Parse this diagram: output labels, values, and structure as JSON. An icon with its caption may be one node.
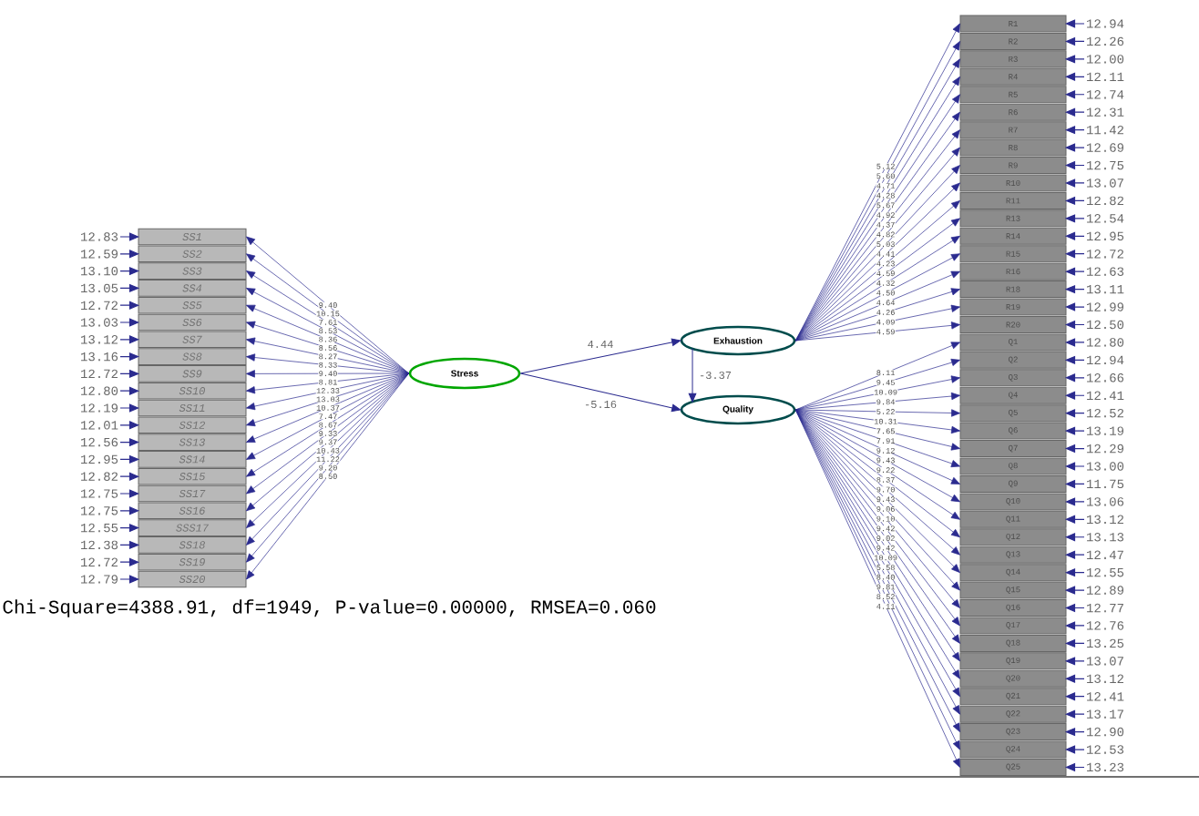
{
  "diagram": {
    "caption": "Chi-Square=4388.91, df=1949, P-value=0.00000, RMSEA=0.060",
    "nodes": [
      {
        "text": [
          "SS1"
        ]
      },
      {
        "text": [
          "SS2"
        ]
      },
      {
        "text": [
          "SS3"
        ]
      },
      {
        "text": [
          "SS4"
        ]
      },
      {
        "text": [
          "SS5"
        ]
      },
      {
        "text": [
          "SS6"
        ]
      },
      {
        "text": [
          "SS7"
        ]
      },
      {
        "text": [
          "SS8"
        ]
      },
      {
        "text": [
          "SS9"
        ]
      },
      {
        "text": [
          "SS10"
        ]
      },
      {
        "text": [
          "SS11"
        ]
      },
      {
        "text": [
          "SS12"
        ]
      },
      {
        "text": [
          "SS13"
        ]
      },
      {
        "text": [
          "SS14"
        ]
      },
      {
        "text": [
          "SS15"
        ]
      },
      {
        "text": [
          "SS17"
        ]
      },
      {
        "text": [
          "SS16"
        ]
      },
      {
        "text": [
          "SSS17"
        ]
      },
      {
        "text": [
          "SS18"
        ]
      },
      {
        "text": [
          "SS19"
        ]
      },
      {
        "text": [
          "SS20"
        ]
      },
      {
        "text": [
          "Stress"
        ]
      },
      {
        "text": [
          "Exhaustion"
        ]
      },
      {
        "text": [
          "Quality"
        ]
      },
      {
        "text": [
          "R1"
        ]
      },
      {
        "text": [
          "R2"
        ]
      },
      {
        "text": [
          "R3"
        ]
      },
      {
        "text": [
          "R4"
        ]
      },
      {
        "text": [
          "R5"
        ]
      },
      {
        "text": [
          "R6"
        ]
      },
      {
        "text": [
          "R7"
        ]
      },
      {
        "text": [
          "R8"
        ]
      },
      {
        "text": [
          "R9"
        ]
      },
      {
        "text": [
          "R10"
        ]
      },
      {
        "text": [
          "R11"
        ]
      },
      {
        "text": [
          "R13"
        ]
      },
      {
        "text": [
          "R14"
        ]
      },
      {
        "text": [
          "R15"
        ]
      },
      {
        "text": [
          "R16"
        ]
      },
      {
        "text": [
          "R18"
        ]
      },
      {
        "text": [
          "R19"
        ]
      },
      {
        "text": [
          "R20"
        ]
      },
      {
        "text": [
          "Q1"
        ]
      },
      {
        "text": [
          "Q2"
        ]
      },
      {
        "text": [
          "Q3"
        ]
      },
      {
        "text": [
          "Q4"
        ]
      },
      {
        "text": [
          "Q5"
        ]
      },
      {
        "text": [
          "Q6"
        ]
      },
      {
        "text": [
          "Q7"
        ]
      },
      {
        "text": [
          "Q8"
        ]
      },
      {
        "text": [
          "Q9"
        ]
      },
      {
        "text": [
          "Q10"
        ]
      },
      {
        "text": [
          "Q11"
        ]
      },
      {
        "text": [
          "Q12"
        ]
      },
      {
        "text": [
          "Q13"
        ]
      },
      {
        "text": [
          "Q14"
        ]
      },
      {
        "text": [
          "Q15"
        ]
      },
      {
        "text": [
          "Q16"
        ]
      },
      {
        "text": [
          "Q17"
        ]
      },
      {
        "text": [
          "Q18"
        ]
      },
      {
        "text": [
          "Q19"
        ]
      },
      {
        "text": [
          "Q20"
        ]
      },
      {
        "text": [
          "Q21"
        ]
      },
      {
        "text": [
          "Q22"
        ]
      },
      {
        "text": [
          "Q23"
        ]
      },
      {
        "text": [
          "Q24"
        ]
      },
      {
        "text": [
          "Q25"
        ]
      }
    ],
    "edges": [
      {
        "from": 21,
        "to": 0,
        "arrow": "to",
        "label": "9.40"
      },
      {
        "from": 21,
        "to": 1,
        "arrow": "to",
        "label": "10.15"
      },
      {
        "from": 21,
        "to": 2,
        "arrow": "to",
        "label": "7.61"
      },
      {
        "from": 21,
        "to": 3,
        "arrow": "to",
        "label": "8.53"
      },
      {
        "from": 21,
        "to": 4,
        "arrow": "to",
        "label": "8.36"
      },
      {
        "from": 21,
        "to": 5,
        "arrow": "to",
        "label": "8.56"
      },
      {
        "from": 21,
        "to": 6,
        "arrow": "to",
        "label": "8.27"
      },
      {
        "from": 21,
        "to": 7,
        "arrow": "to",
        "label": "8.33"
      },
      {
        "from": 21,
        "to": 8,
        "arrow": "to",
        "label": "9.40"
      },
      {
        "from": 21,
        "to": 9,
        "arrow": "to",
        "label": "8.81"
      },
      {
        "from": 21,
        "to": 10,
        "arrow": "to",
        "label": "12.33"
      },
      {
        "from": 21,
        "to": 11,
        "arrow": "to",
        "label": "13.03"
      },
      {
        "from": 21,
        "to": 12,
        "arrow": "to",
        "label": "10.37"
      },
      {
        "from": 21,
        "to": 13,
        "arrow": "to",
        "label": "7.47"
      },
      {
        "from": 21,
        "to": 14,
        "arrow": "to",
        "label": "8.67"
      },
      {
        "from": 21,
        "to": 15,
        "arrow": "to",
        "label": "9.33"
      },
      {
        "from": 21,
        "to": 16,
        "arrow": "to",
        "label": "9.37"
      },
      {
        "from": 21,
        "to": 17,
        "arrow": "to",
        "label": "10.43"
      },
      {
        "from": 21,
        "to": 18,
        "arrow": "to",
        "label": "11.22"
      },
      {
        "from": 21,
        "to": 19,
        "arrow": "to",
        "label": "9.20"
      },
      {
        "from": 21,
        "to": 20,
        "arrow": "to",
        "label": "8.50"
      },
      {
        "from": null,
        "to": 0,
        "arrow": "to",
        "label": "12.83"
      },
      {
        "from": null,
        "to": 1,
        "arrow": "to",
        "label": "12.59"
      },
      {
        "from": null,
        "to": 2,
        "arrow": "to",
        "label": "13.10"
      },
      {
        "from": null,
        "to": 3,
        "arrow": "to",
        "label": "13.05"
      },
      {
        "from": null,
        "to": 4,
        "arrow": "to",
        "label": "12.72"
      },
      {
        "from": null,
        "to": 5,
        "arrow": "to",
        "label": "13.03"
      },
      {
        "from": null,
        "to": 6,
        "arrow": "to",
        "label": "13.12"
      },
      {
        "from": null,
        "to": 7,
        "arrow": "to",
        "label": "13.16"
      },
      {
        "from": null,
        "to": 8,
        "arrow": "to",
        "label": "12.72"
      },
      {
        "from": null,
        "to": 9,
        "arrow": "to",
        "label": "12.80"
      },
      {
        "from": null,
        "to": 10,
        "arrow": "to",
        "label": "12.19"
      },
      {
        "from": null,
        "to": 11,
        "arrow": "to",
        "label": "12.01"
      },
      {
        "from": null,
        "to": 12,
        "arrow": "to",
        "label": "12.56"
      },
      {
        "from": null,
        "to": 13,
        "arrow": "to",
        "label": "12.95"
      },
      {
        "from": null,
        "to": 14,
        "arrow": "to",
        "label": "12.82"
      },
      {
        "from": null,
        "to": 15,
        "arrow": "to",
        "label": "12.75"
      },
      {
        "from": null,
        "to": 16,
        "arrow": "to",
        "label": "12.75"
      },
      {
        "from": null,
        "to": 17,
        "arrow": "to",
        "label": "12.55"
      },
      {
        "from": null,
        "to": 18,
        "arrow": "to",
        "label": "12.38"
      },
      {
        "from": null,
        "to": 19,
        "arrow": "to",
        "label": "12.72"
      },
      {
        "from": null,
        "to": 20,
        "arrow": "to",
        "label": "12.79"
      },
      {
        "from": 21,
        "to": 22,
        "arrow": "to",
        "label": "4.44"
      },
      {
        "from": 21,
        "to": 23,
        "arrow": "to",
        "label": "-5.16"
      },
      {
        "from": 22,
        "to": 23,
        "arrow": "to",
        "label": "-3.37"
      },
      {
        "from": 22,
        "to": 24,
        "arrow": "to",
        "label": "5.12"
      },
      {
        "from": 22,
        "to": 25,
        "arrow": "to",
        "label": "5.60"
      },
      {
        "from": 22,
        "to": 26,
        "arrow": "to",
        "label": "4.71"
      },
      {
        "from": 22,
        "to": 27,
        "arrow": "to",
        "label": "4.28"
      },
      {
        "from": 22,
        "to": 28,
        "arrow": "to",
        "label": "5.67"
      },
      {
        "from": 22,
        "to": 29,
        "arrow": "to",
        "label": "4.92"
      },
      {
        "from": 22,
        "to": 30,
        "arrow": "to",
        "label": "4.37"
      },
      {
        "from": 22,
        "to": 31,
        "arrow": "to",
        "label": "4.82"
      },
      {
        "from": 22,
        "to": 32,
        "arrow": "to",
        "label": "5.03"
      },
      {
        "from": 22,
        "to": 33,
        "arrow": "to",
        "label": "4.41"
      },
      {
        "from": 22,
        "to": 34,
        "arrow": "to",
        "label": "4.23"
      },
      {
        "from": 22,
        "to": 35,
        "arrow": "to",
        "label": "4.59"
      },
      {
        "from": 22,
        "to": 36,
        "arrow": "to",
        "label": "4.32"
      },
      {
        "from": 22,
        "to": 37,
        "arrow": "to",
        "label": "4.50"
      },
      {
        "from": 22,
        "to": 38,
        "arrow": "to",
        "label": "4.64"
      },
      {
        "from": 22,
        "to": 39,
        "arrow": "to",
        "label": "4.26"
      },
      {
        "from": 22,
        "to": 40,
        "arrow": "to",
        "label": "4.09"
      },
      {
        "from": 22,
        "to": 41,
        "arrow": "to",
        "label": "4.59"
      },
      {
        "from": null,
        "to": 24,
        "arrow": "to",
        "label": "12.94"
      },
      {
        "from": null,
        "to": 25,
        "arrow": "to",
        "label": "12.26"
      },
      {
        "from": null,
        "to": 26,
        "arrow": "to",
        "label": "12.00"
      },
      {
        "from": null,
        "to": 27,
        "arrow": "to",
        "label": "12.11"
      },
      {
        "from": null,
        "to": 28,
        "arrow": "to",
        "label": "12.74"
      },
      {
        "from": null,
        "to": 29,
        "arrow": "to",
        "label": "12.31"
      },
      {
        "from": null,
        "to": 30,
        "arrow": "to",
        "label": "11.42"
      },
      {
        "from": null,
        "to": 31,
        "arrow": "to",
        "label": "12.69"
      },
      {
        "from": null,
        "to": 32,
        "arrow": "to",
        "label": "12.75"
      },
      {
        "from": null,
        "to": 33,
        "arrow": "to",
        "label": "13.07"
      },
      {
        "from": null,
        "to": 34,
        "arrow": "to",
        "label": "12.82"
      },
      {
        "from": null,
        "to": 35,
        "arrow": "to",
        "label": "12.54"
      },
      {
        "from": null,
        "to": 36,
        "arrow": "to",
        "label": "12.95"
      },
      {
        "from": null,
        "to": 37,
        "arrow": "to",
        "label": "12.72"
      },
      {
        "from": null,
        "to": 38,
        "arrow": "to",
        "label": "12.63"
      },
      {
        "from": null,
        "to": 39,
        "arrow": "to",
        "label": "13.11"
      },
      {
        "from": null,
        "to": 40,
        "arrow": "to",
        "label": "12.99"
      },
      {
        "from": null,
        "to": 41,
        "arrow": "to",
        "label": "12.50"
      },
      {
        "from": 23,
        "to": 42,
        "arrow": "to",
        "label": "8.11"
      },
      {
        "from": 23,
        "to": 43,
        "arrow": "to",
        "label": "9.45"
      },
      {
        "from": 23,
        "to": 44,
        "arrow": "to",
        "label": "10.09"
      },
      {
        "from": 23,
        "to": 45,
        "arrow": "to",
        "label": "9.84"
      },
      {
        "from": 23,
        "to": 46,
        "arrow": "to",
        "label": "5.22"
      },
      {
        "from": 23,
        "to": 47,
        "arrow": "to",
        "label": "10.31"
      },
      {
        "from": 23,
        "to": 48,
        "arrow": "to",
        "label": "7.65"
      },
      {
        "from": 23,
        "to": 49,
        "arrow": "to",
        "label": "7.91"
      },
      {
        "from": 23,
        "to": 50,
        "arrow": "to",
        "label": "9.12"
      },
      {
        "from": 23,
        "to": 51,
        "arrow": "to",
        "label": "9.43"
      },
      {
        "from": 23,
        "to": 52,
        "arrow": "to",
        "label": "9.22"
      },
      {
        "from": 23,
        "to": 53,
        "arrow": "to",
        "label": "8.37"
      },
      {
        "from": 23,
        "to": 54,
        "arrow": "to",
        "label": "9.70"
      },
      {
        "from": 23,
        "to": 55,
        "arrow": "to",
        "label": "9.43"
      },
      {
        "from": 23,
        "to": 56,
        "arrow": "to",
        "label": "9.06"
      },
      {
        "from": 23,
        "to": 57,
        "arrow": "to",
        "label": "9.10"
      },
      {
        "from": 23,
        "to": 58,
        "arrow": "to",
        "label": "9.42"
      },
      {
        "from": 23,
        "to": 59,
        "arrow": "to",
        "label": "9.02"
      },
      {
        "from": 23,
        "to": 60,
        "arrow": "to",
        "label": "9.42"
      },
      {
        "from": 23,
        "to": 61,
        "arrow": "to",
        "label": "10.09"
      },
      {
        "from": 23,
        "to": 62,
        "arrow": "to",
        "label": "5.58"
      },
      {
        "from": 23,
        "to": 63,
        "arrow": "to",
        "label": "8.40"
      },
      {
        "from": 23,
        "to": 64,
        "arrow": "to",
        "label": "9.81"
      },
      {
        "from": 23,
        "to": 65,
        "arrow": "to",
        "label": "8.52"
      },
      {
        "from": 23,
        "to": 66,
        "arrow": "to",
        "label": "4.11"
      },
      {
        "from": null,
        "to": 42,
        "arrow": "to",
        "label": "12.80"
      },
      {
        "from": null,
        "to": 43,
        "arrow": "to",
        "label": "12.94"
      },
      {
        "from": null,
        "to": 44,
        "arrow": "to",
        "label": "12.66"
      },
      {
        "from": null,
        "to": 45,
        "arrow": "to",
        "label": "12.41"
      },
      {
        "from": null,
        "to": 46,
        "arrow": "to",
        "label": "12.52"
      },
      {
        "from": null,
        "to": 47,
        "arrow": "to",
        "label": "13.19"
      },
      {
        "from": null,
        "to": 48,
        "arrow": "to",
        "label": "12.29"
      },
      {
        "from": null,
        "to": 49,
        "arrow": "to",
        "label": "13.00"
      },
      {
        "from": null,
        "to": 50,
        "arrow": "to",
        "label": "11.75"
      },
      {
        "from": null,
        "to": 51,
        "arrow": "to",
        "label": "13.06"
      },
      {
        "from": null,
        "to": 52,
        "arrow": "to",
        "label": "13.12"
      },
      {
        "from": null,
        "to": 53,
        "arrow": "to",
        "label": "13.13"
      },
      {
        "from": null,
        "to": 54,
        "arrow": "to",
        "label": "12.47"
      },
      {
        "from": null,
        "to": 55,
        "arrow": "to",
        "label": "12.55"
      },
      {
        "from": null,
        "to": 56,
        "arrow": "to",
        "label": "12.89"
      },
      {
        "from": null,
        "to": 57,
        "arrow": "to",
        "label": "12.77"
      },
      {
        "from": null,
        "to": 58,
        "arrow": "to",
        "label": "12.76"
      },
      {
        "from": null,
        "to": 59,
        "arrow": "to",
        "label": "13.25"
      },
      {
        "from": null,
        "to": 60,
        "arrow": "to",
        "label": "13.07"
      },
      {
        "from": null,
        "to": 61,
        "arrow": "to",
        "label": "13.12"
      },
      {
        "from": null,
        "to": 62,
        "arrow": "to",
        "label": "12.41"
      },
      {
        "from": null,
        "to": 63,
        "arrow": "to",
        "label": "13.17"
      },
      {
        "from": null,
        "to": 64,
        "arrow": "to",
        "label": "12.90"
      },
      {
        "from": null,
        "to": 65,
        "arrow": "to",
        "label": "12.53"
      },
      {
        "from": null,
        "to": 66,
        "arrow": "to",
        "label": "13.23"
      }
    ]
  }
}
